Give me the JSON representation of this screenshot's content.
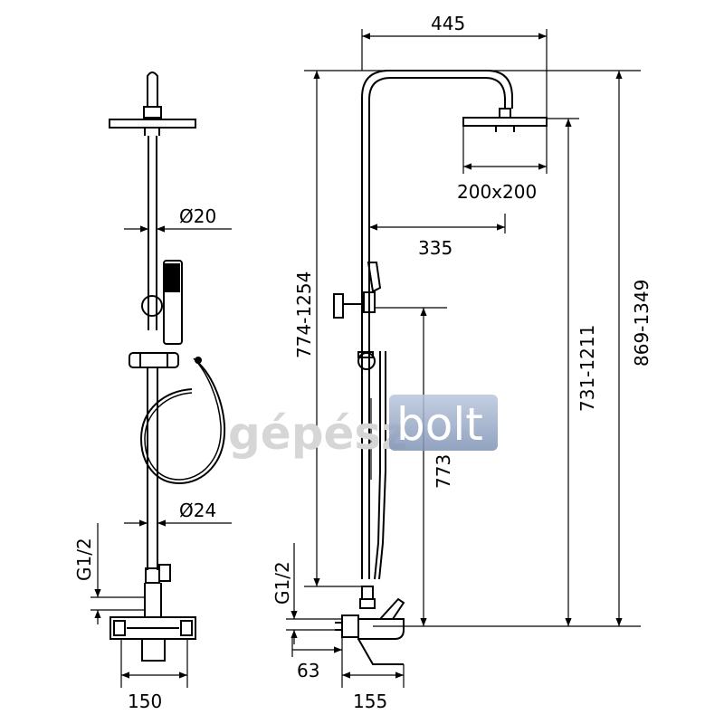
{
  "dimensions": {
    "top_width": "445",
    "head_size": "200x200",
    "arm_reach": "335",
    "pipe_diameter_upper": "Ø20",
    "pipe_diameter_lower": "Ø24",
    "adjust_range_left": "774-1254",
    "height_fixed": "773",
    "adjust_range_mid": "731-1211",
    "total_height": "869-1349",
    "thread_left": "G1/2",
    "thread_right": "G1/2",
    "mixer_width_front": "150",
    "mixer_width_side": "155",
    "wall_offset": "63"
  },
  "watermark": {
    "part1": "gépész",
    "part2": "bolt"
  }
}
